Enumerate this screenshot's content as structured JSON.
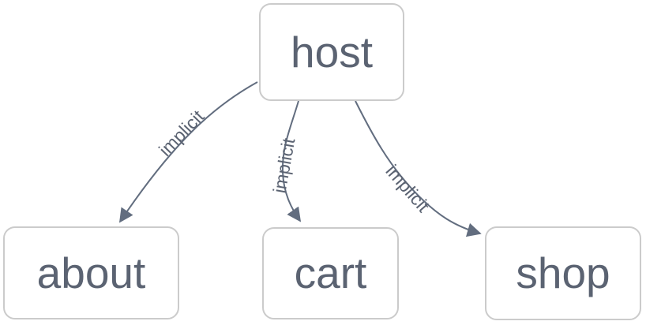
{
  "diagram": {
    "type": "flowchart",
    "direction": "top-down",
    "nodes": [
      {
        "id": "host",
        "label": "host"
      },
      {
        "id": "about",
        "label": "about"
      },
      {
        "id": "cart",
        "label": "cart"
      },
      {
        "id": "shop",
        "label": "shop"
      }
    ],
    "edges": [
      {
        "from": "host",
        "to": "about",
        "label": "implicit",
        "arrow": "arrowhead-icon"
      },
      {
        "from": "host",
        "to": "cart",
        "label": "implicit",
        "arrow": "arrowhead-icon"
      },
      {
        "from": "host",
        "to": "shop",
        "label": "implicit",
        "arrow": "arrowhead-icon"
      }
    ],
    "colors": {
      "background": "#ffffff",
      "node_fill": "#ffffff",
      "node_border": "#cbcbcb",
      "node_text": "#5b6372",
      "edge_stroke": "#626d7f",
      "edge_label_text": "#5b6372"
    }
  }
}
